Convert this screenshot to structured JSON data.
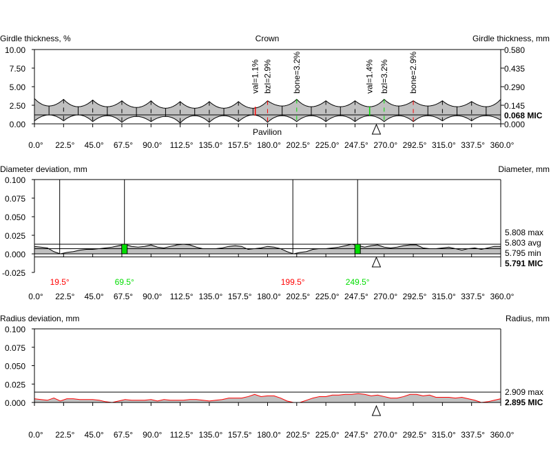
{
  "chart_data": [
    {
      "type": "area",
      "id": "girdle",
      "title_left": "Girdle thickness, %",
      "title_right": "Girdle thickness, mm",
      "top_label": "Crown",
      "bottom_label": "Pavilion",
      "left_ticks": [
        "10.00",
        "7.50",
        "5.00",
        "2.50",
        "0.00"
      ],
      "ylim": [
        0,
        10
      ],
      "right_ticks": [
        "0.580",
        "0.435",
        "0.290",
        "0.145",
        "0.000"
      ],
      "mic_label": "0.068 MIC",
      "mic_value_pct": 1.2,
      "x_ticks": [
        "0.0°",
        "22.5°",
        "45.0°",
        "67.5°",
        "90.0°",
        "112.5°",
        "135.0°",
        "157.5°",
        "180.0°",
        "202.5°",
        "225.0°",
        "247.5°",
        "270.0°",
        "292.5°",
        "315.0°",
        "337.5°",
        "360.0°"
      ],
      "xlim": [
        0,
        360
      ],
      "crown_cusp_pct": [
        3.4,
        3.3,
        3.2,
        3.1,
        3.1,
        3.0,
        3.0,
        3.0,
        3.1,
        3.3,
        3.1,
        3.1,
        3.3,
        3.1,
        3.1,
        3.0,
        3.3
      ],
      "crown_valley_pct": [
        2.4,
        2.3,
        2.3,
        2.2,
        2.1,
        2.1,
        2.1,
        2.1,
        2.4,
        2.3,
        2.3,
        2.3,
        2.4,
        2.4,
        2.3,
        2.3
      ],
      "pavilion_cusp_pct": [
        0.4,
        0.4,
        0.3,
        0.2,
        0.3,
        0.1,
        0.2,
        0.3,
        0.2,
        0.3,
        0.3,
        0.3,
        0.3,
        0.3,
        0.4,
        0.4,
        0.5
      ],
      "pavilion_valley_pct": [
        1.2,
        1.2,
        1.1,
        1.0,
        1.0,
        1.1,
        1.1,
        1.2,
        1.1,
        1.1,
        1.1,
        1.1,
        1.1,
        1.1,
        1.1,
        1.1
      ],
      "annotations": [
        {
          "text": "val=1.1%",
          "angle": 170.5,
          "color": "#ff0000",
          "style": "solid"
        },
        {
          "text": "bzl=2.9%",
          "angle": 180.0,
          "color": "#ff0000",
          "style": "dashed"
        },
        {
          "text": "bone=3.2%",
          "angle": 202.5,
          "color": "#00dd00",
          "style": "dashed"
        },
        {
          "text": "val=1.4%",
          "angle": 258.8,
          "color": "#00dd00",
          "style": "solid"
        },
        {
          "text": "bzl=3.2%",
          "angle": 270.0,
          "color": "#00dd00",
          "style": "dashed"
        },
        {
          "text": "bone=2.9%",
          "angle": 292.5,
          "color": "#ff0000",
          "style": "dashed"
        }
      ],
      "marker_angle": 264
    },
    {
      "type": "area",
      "id": "diameter",
      "title_left": "Diameter deviation, mm",
      "title_right": "Diameter, mm",
      "left_ticks": [
        "0.100",
        "0.075",
        "0.050",
        "0.025",
        "0.000",
        "-0.025"
      ],
      "ylim": [
        -0.025,
        0.1
      ],
      "right_labels": [
        {
          "text": "5.808 max",
          "value": 0.013,
          "bold": false
        },
        {
          "text": "5.803 avg",
          "value": 0.007,
          "bold": false
        },
        {
          "text": "5.795 min",
          "value": 0.0,
          "bold": false
        },
        {
          "text": "5.791 MIC",
          "value": -0.004,
          "bold": true
        }
      ],
      "x_ticks": [
        "0.0°",
        "22.5°",
        "45.0°",
        "67.5°",
        "90.0°",
        "112.5°",
        "135.0°",
        "157.5°",
        "180.0°",
        "202.5°",
        "225.0°",
        "247.5°",
        "270.0°",
        "292.5°",
        "315.0°",
        "337.5°",
        "360.0°"
      ],
      "xlim": [
        0,
        360
      ],
      "step_deg": 5,
      "values": [
        0.01,
        0.009,
        0.008,
        0.003,
        0.0,
        0.002,
        0.003,
        0.005,
        0.006,
        0.006,
        0.007,
        0.008,
        0.009,
        0.011,
        0.013,
        0.01,
        0.009,
        0.01,
        0.012,
        0.009,
        0.008,
        0.01,
        0.012,
        0.013,
        0.012,
        0.009,
        0.007,
        0.007,
        0.007,
        0.008,
        0.01,
        0.011,
        0.01,
        0.006,
        0.007,
        0.008,
        0.01,
        0.009,
        0.007,
        0.003,
        0.0,
        0.002,
        0.003,
        0.006,
        0.007,
        0.007,
        0.008,
        0.009,
        0.011,
        0.013,
        0.011,
        0.009,
        0.011,
        0.012,
        0.009,
        0.008,
        0.009,
        0.011,
        0.012,
        0.012,
        0.008,
        0.007,
        0.007,
        0.008,
        0.009,
        0.007,
        0.005,
        0.007,
        0.008,
        0.006,
        0.008,
        0.01,
        0.01
      ],
      "extreme_lines": [
        {
          "angle": 19.5,
          "label": "19.5°",
          "color": "#ff0000"
        },
        {
          "angle": 69.5,
          "label": "69.5°",
          "color": "#00dd00",
          "box": true
        },
        {
          "angle": 199.5,
          "label": "199.5°",
          "color": "#ff0000"
        },
        {
          "angle": 249.5,
          "label": "249.5°",
          "color": "#00dd00",
          "box": true
        }
      ],
      "marker_angle": 264
    },
    {
      "type": "area",
      "id": "radius",
      "title_left": "Radius deviation, mm",
      "title_right": "Radius, mm",
      "left_ticks": [
        "0.100",
        "0.075",
        "0.050",
        "0.025",
        "0.000"
      ],
      "ylim": [
        0,
        0.1
      ],
      "right_labels": [
        {
          "text": "2.909 max",
          "value": 0.014,
          "bold": false
        },
        {
          "text": "2.895 MIC",
          "value": 0.0,
          "bold": true
        }
      ],
      "x_ticks": [
        "0.0°",
        "22.5°",
        "45.0°",
        "67.5°",
        "90.0°",
        "112.5°",
        "135.0°",
        "157.5°",
        "180.0°",
        "202.5°",
        "225.0°",
        "247.5°",
        "270.0°",
        "292.5°",
        "315.0°",
        "337.5°",
        "360.0°"
      ],
      "xlim": [
        0,
        360
      ],
      "step_deg": 5,
      "values": [
        0.005,
        0.004,
        0.003,
        0.006,
        0.002,
        0.005,
        0.005,
        0.004,
        0.004,
        0.004,
        0.003,
        0.001,
        0.0,
        0.002,
        0.004,
        0.003,
        0.003,
        0.003,
        0.004,
        0.002,
        0.004,
        0.003,
        0.003,
        0.003,
        0.004,
        0.004,
        0.003,
        0.002,
        0.003,
        0.004,
        0.006,
        0.006,
        0.006,
        0.008,
        0.011,
        0.008,
        0.009,
        0.009,
        0.006,
        0.002,
        0.0,
        0.0,
        0.003,
        0.006,
        0.008,
        0.008,
        0.01,
        0.01,
        0.011,
        0.011,
        0.012,
        0.011,
        0.009,
        0.01,
        0.008,
        0.006,
        0.006,
        0.008,
        0.011,
        0.011,
        0.009,
        0.01,
        0.007,
        0.007,
        0.007,
        0.006,
        0.007,
        0.005,
        0.003,
        0.0,
        0.001,
        0.003,
        0.005
      ],
      "marker_angle": 264
    }
  ]
}
